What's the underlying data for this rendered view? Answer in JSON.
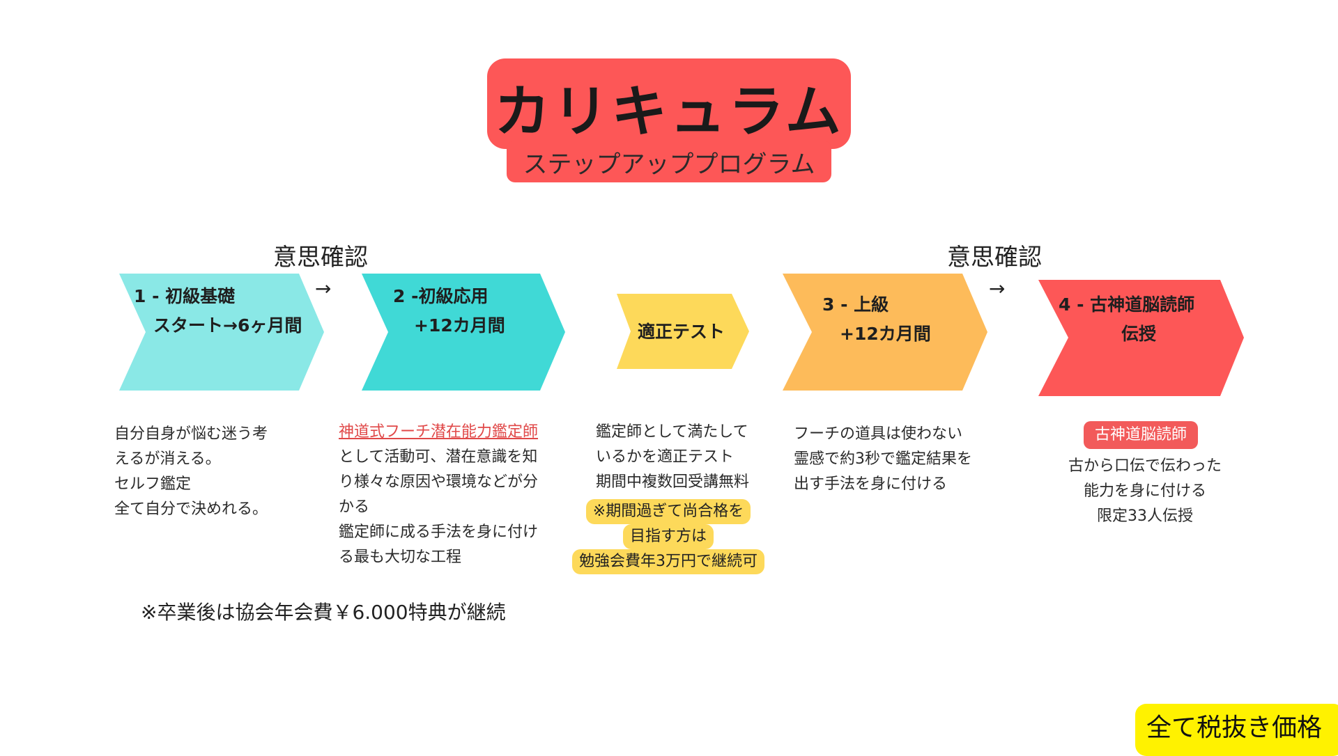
{
  "header": {
    "title": "カリキュラム",
    "subtitle": "ステップアッププログラム"
  },
  "confirm_labels": [
    "意思確認",
    "意思確認"
  ],
  "arrow_sign": "→",
  "steps": [
    {
      "line1": "1 - 初級基礎",
      "line2": "スタート→6ヶ月間",
      "color": "#8ae8e6"
    },
    {
      "line1": "2 -初級応用",
      "line2": "+12カ月間",
      "color": "#40d9d6"
    },
    {
      "line1": "適正テスト",
      "color": "#fdd95a"
    },
    {
      "line1": "3 - 上級",
      "line2": "+12カ月間",
      "color": "#fdbb5a"
    },
    {
      "line1": "4 - 古神道脳読師",
      "line2": "伝授",
      "color": "#fd5757"
    }
  ],
  "descriptions": {
    "col1": [
      "自分自身が悩む迷う考",
      "えるが消える。",
      "セルフ鑑定",
      "全て自分で決めれる。"
    ],
    "col2": {
      "link": "神道式フーチ潜在能力鑑定師",
      "lines": [
        "として活動可、潜在意識を知",
        "り様々な原因や環境などが分",
        "かる",
        "鑑定師に成る手法を身に付け",
        "る最も大切な工程"
      ]
    },
    "col3": {
      "lines": [
        "鑑定師として満たして",
        "いるかを適正テスト",
        "期間中複数回受講無料"
      ],
      "notes": [
        "※期間過ぎて尚合格を",
        "目指す方は",
        "勉強会費年3万円で継続可"
      ]
    },
    "col4": [
      "フーチの道具は使わない",
      "霊感で約3秒で鑑定結果を",
      "出す手法を身に付ける"
    ],
    "col5": {
      "badge": "古神道脳読師",
      "lines": [
        "古から口伝で伝わった",
        "能力を身に付ける",
        "限定33人伝授"
      ]
    }
  },
  "footer_note": "※卒業後は協会年会費￥6.000特典が継続",
  "tax_note": "全て税抜き価格"
}
